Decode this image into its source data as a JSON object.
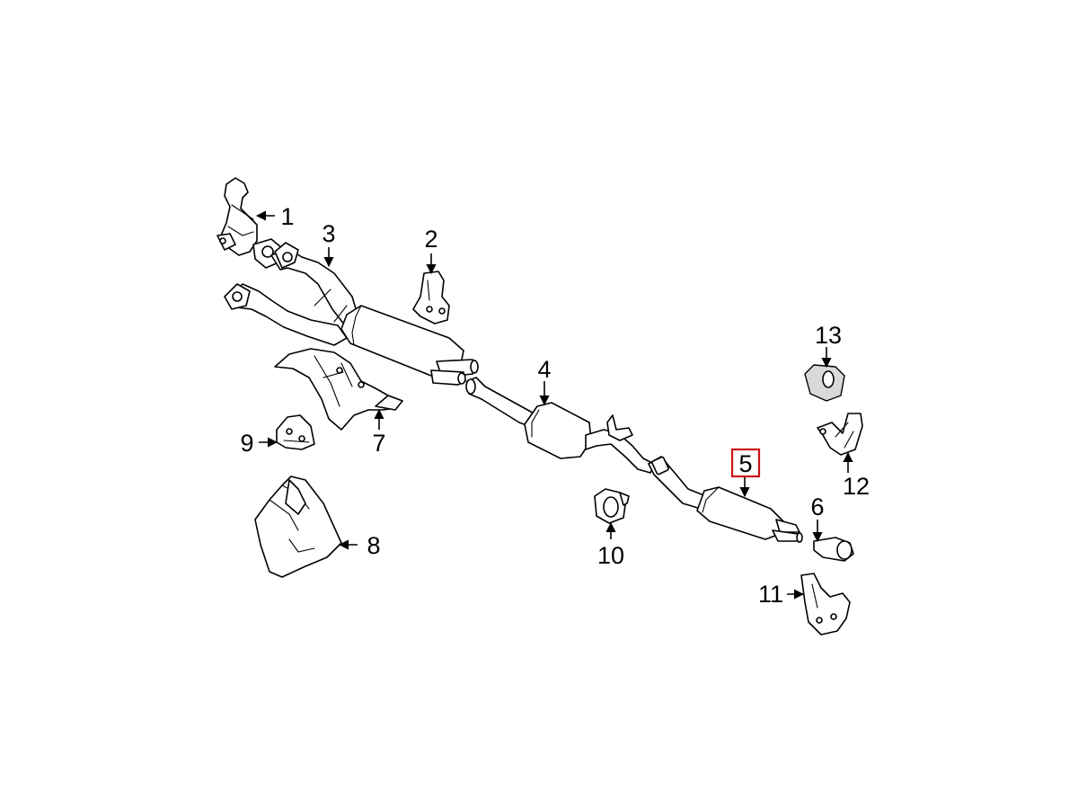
{
  "callouts": {
    "c1": "1",
    "c2": "2",
    "c3": "3",
    "c4": "4",
    "c5": "5",
    "c6": "6",
    "c7": "7",
    "c8": "8",
    "c9": "9",
    "c10": "10",
    "c11": "11",
    "c12": "12",
    "c13": "13"
  },
  "highlighted_callout": "5",
  "colors": {
    "highlight": "#cc1111",
    "line": "#000000",
    "background": "#ffffff"
  }
}
